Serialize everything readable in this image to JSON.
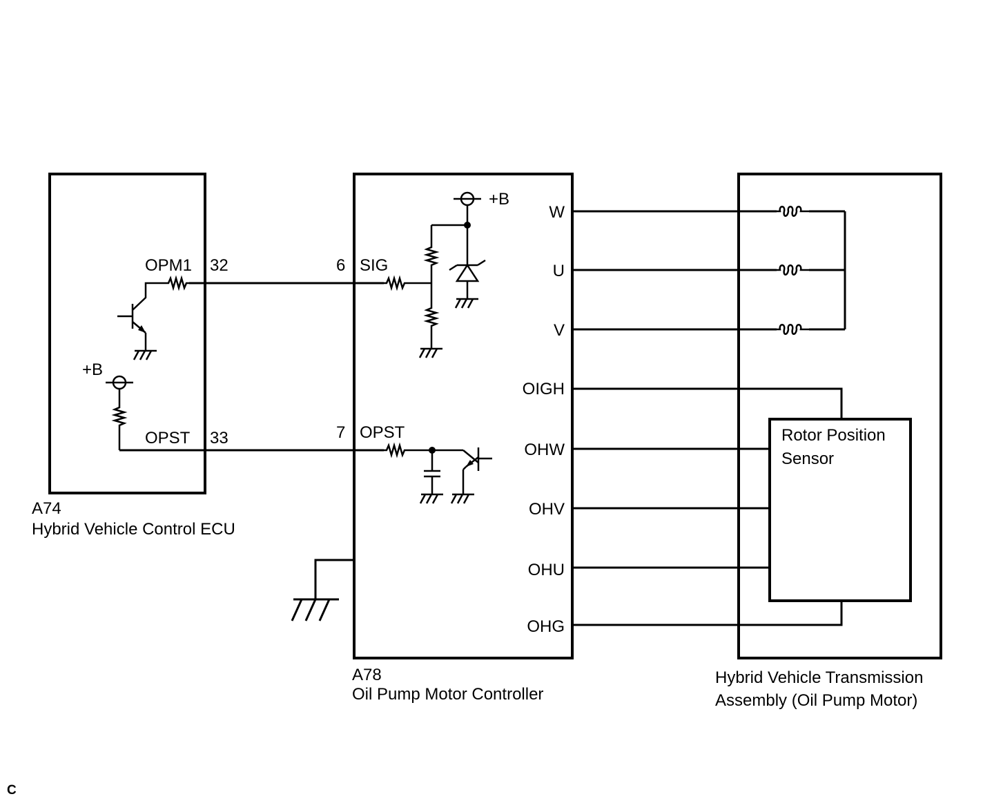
{
  "ecu": {
    "connector": "A74",
    "name": "Hybrid Vehicle Control ECU",
    "supply_label": "+B",
    "pins": [
      {
        "signal": "OPM1",
        "number": "32"
      },
      {
        "signal": "OPST",
        "number": "33"
      }
    ]
  },
  "controller": {
    "connector": "A78",
    "name": "Oil Pump Motor Controller",
    "supply_label": "+B",
    "pins": [
      {
        "number": "6",
        "signal": "SIG"
      },
      {
        "number": "7",
        "signal": "OPST"
      }
    ],
    "right_terminals": [
      "W",
      "U",
      "V",
      "OIGH",
      "OHW",
      "OHV",
      "OHU",
      "OHG"
    ]
  },
  "motor": {
    "name_line1": "Hybrid Vehicle Transmission",
    "name_line2": "Assembly (Oil Pump Motor)",
    "sensor_line1": "Rotor Position",
    "sensor_line2": "Sensor"
  },
  "footer_code": "C"
}
